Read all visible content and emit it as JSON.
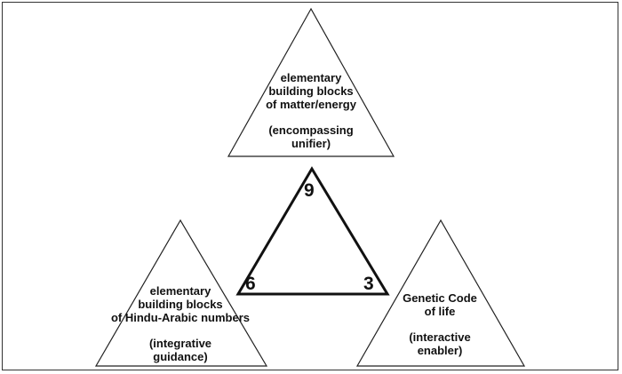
{
  "top": {
    "lines": [
      "elementary",
      "building blocks",
      "of matter/energy"
    ],
    "role": [
      "(encompassing",
      "unifier)"
    ]
  },
  "left": {
    "lines": [
      "elementary",
      "building blocks",
      "of Hindu-Arabic numbers"
    ],
    "role": [
      "(integrative",
      "guidance)"
    ]
  },
  "right": {
    "lines": [
      "Genetic Code",
      "of life"
    ],
    "role": [
      "(interactive",
      "enabler)"
    ]
  },
  "center": {
    "top_number": "9",
    "left_number": "6",
    "right_number": "3"
  },
  "colors": {
    "stroke": "#111111",
    "background": "#ffffff"
  }
}
